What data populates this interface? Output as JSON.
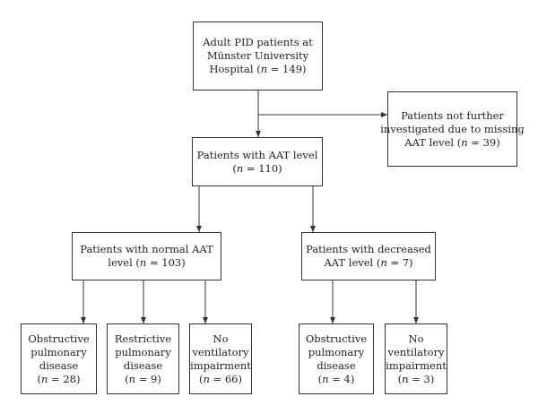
{
  "flowchart": {
    "root": {
      "lines": [
        "Adult PID patients at",
        "Münster University",
        "Hospital (",
        "n",
        " = 149)"
      ]
    },
    "excluded": {
      "lines": [
        "Patients not further",
        "investigated due to missing",
        "AAT level (",
        "n",
        " = 39)"
      ]
    },
    "aat": {
      "lines": [
        "Patients with AAT level",
        "(",
        "n",
        " = 110)"
      ]
    },
    "normal": {
      "lines": [
        "Patients with normal AAT",
        "level (",
        "n",
        " = 103)"
      ]
    },
    "decreased": {
      "lines": [
        "Patients with decreased",
        "AAT level (",
        "n",
        " = 7)"
      ]
    },
    "normal_obstructive": {
      "lines": [
        "Obstructive",
        "pulmonary",
        "disease",
        "(",
        "n",
        " = 28)"
      ]
    },
    "normal_restrictive": {
      "lines": [
        "Restrictive",
        "pulmonary",
        "disease",
        "(",
        "n",
        " = 9)"
      ]
    },
    "normal_none": {
      "lines": [
        "No",
        "ventilatory",
        "impairment",
        "(",
        "n",
        " = 66)"
      ]
    },
    "decreased_obstructive": {
      "lines": [
        "Obstructive",
        "pulmonary",
        "disease",
        "(",
        "n",
        " = 4)"
      ]
    },
    "decreased_none": {
      "lines": [
        "No",
        "ventilatory",
        "impairment",
        "(",
        "n",
        " = 3)"
      ]
    }
  }
}
